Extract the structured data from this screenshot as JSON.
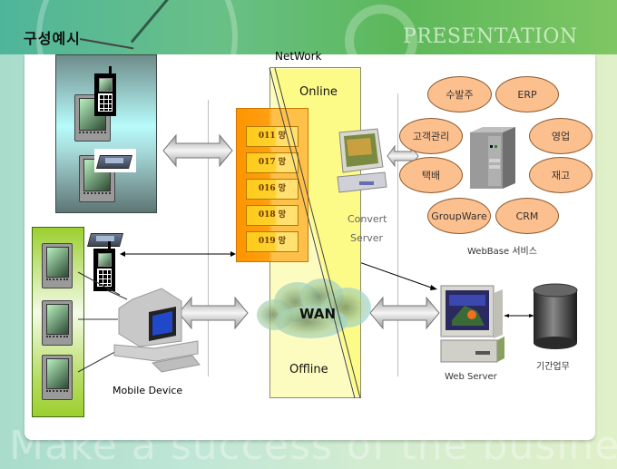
{
  "header": {
    "title": "구성예시",
    "brand_text": "PRESENTATION",
    "background_slogan": "Make a success of the business"
  },
  "network": {
    "label": "NetWork",
    "online_label": "Online",
    "offline_label": "Offline",
    "wan_label": "WAN",
    "carriers": [
      "011 망",
      "017 망",
      "016 망",
      "018 망",
      "019 망"
    ]
  },
  "convert_server": {
    "label_line1": "Convert",
    "label_line2": "Server"
  },
  "webbase": {
    "label": "WebBase 서비스",
    "services": [
      "수발주",
      "ERP",
      "고객관리",
      "영업",
      "택배",
      "재고",
      "GroupWare",
      "CRM"
    ]
  },
  "devices": {
    "mobile_label": "Mobile Device"
  },
  "web_server": {
    "label": "Web Server"
  },
  "legacy": {
    "label": "기간업무"
  },
  "colors": {
    "header_green": "#5cb85a",
    "network_yellow": "#fdfb88",
    "carrier_orange": "#ff9500",
    "service_ellipse": "#fcbf8e",
    "mobile_panel_green": "#9ccf2f",
    "top_panel_teal": "#b7fbfb"
  }
}
